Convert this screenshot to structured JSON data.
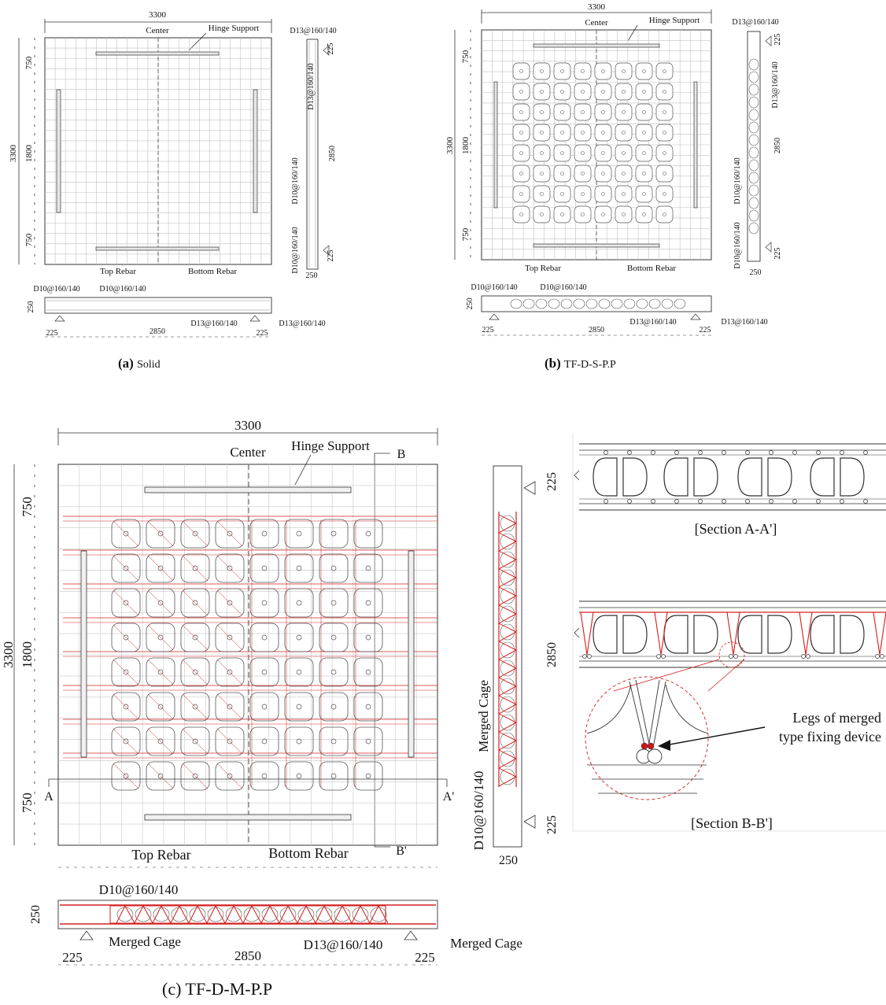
{
  "panel_a": {
    "caption_letter": "(a)",
    "caption_name": "Solid",
    "dim_width": "3300",
    "dim_height": "3300",
    "dim_top": "750",
    "dim_mid": "1800",
    "dim_bot": "750",
    "center": "Center",
    "hinge": "Hinge Support",
    "top_rebar": "Top Rebar",
    "bottom_rebar": "Bottom Rebar",
    "side_top_label": "D13@160/140",
    "side_d13": "D13@160/140",
    "side_d10_upper": "D10@160/140",
    "side_d10_lower": "D10@160/140",
    "side_225_top": "225",
    "side_2850": "2850",
    "side_225_bot": "225",
    "side_250": "250",
    "bot_d10_left": "D10@160/140",
    "bot_d10_right": "D10@160/140",
    "bot_250": "250",
    "bot_225_left": "225",
    "bot_2850": "2850",
    "bot_d13_mid": "D13@160/140",
    "bot_225_right": "225",
    "bot_d13_right": "D13@160/140"
  },
  "panel_b": {
    "caption_letter": "(b)",
    "caption_name": "TF-D-S-P.P",
    "dim_width": "3300",
    "dim_height": "3300",
    "dim_top": "750",
    "dim_mid": "1800",
    "dim_bot": "750",
    "center": "Center",
    "hinge": "Hinge Support",
    "top_rebar": "Top Rebar",
    "bottom_rebar": "Bottom Rebar",
    "side_top_label": "D13@160/140",
    "side_d13": "D13@160/140",
    "side_d10_upper": "D10@160/140",
    "side_d10_lower": "D10@160/140",
    "side_225_top": "225",
    "side_2850": "2850",
    "side_225_bot": "225",
    "side_250": "250",
    "bot_d10_left": "D10@160/140",
    "bot_d10_right": "D10@160/140",
    "bot_250": "250",
    "bot_225_left": "225",
    "bot_2850": "2850",
    "bot_d13_mid": "D13@160/140",
    "bot_225_right": "225",
    "bot_d13_right": "D13@160/140"
  },
  "panel_c": {
    "caption_letter": "(c)",
    "caption_name": "TF-D-M-P.P",
    "dim_width": "3300",
    "dim_height": "3300",
    "dim_top": "750",
    "dim_mid": "1800",
    "dim_bot": "750",
    "center": "Center",
    "hinge": "Hinge Support",
    "top_rebar": "Top Rebar",
    "bottom_rebar": "Bottom Rebar",
    "mark_b": "B",
    "mark_b_prime": "B'",
    "mark_a": "A",
    "mark_a_prime": "A'",
    "side_225_top": "225",
    "side_2850": "2850",
    "side_225_bot": "225",
    "side_250": "250",
    "side_merged_cage": "Merged Cage",
    "side_d10": "D10@160/140",
    "bot_d10": "D10@160/140",
    "bot_250": "250",
    "bot_merged_cage_left": "Merged Cage",
    "bot_merged_cage_right": "Merged Cage",
    "bot_d13": "D13@160/140",
    "bot_225_left": "225",
    "bot_2850": "2850",
    "bot_225_right": "225",
    "section_aa": "[Section A-A']",
    "section_bb": "[Section B-B']",
    "legs_line1": "Legs of merged",
    "legs_line2": "type fixing device"
  },
  "colors": {
    "line": "#333333",
    "grid": "#b8b8b8",
    "red": "#d42020",
    "void": "#555555"
  }
}
